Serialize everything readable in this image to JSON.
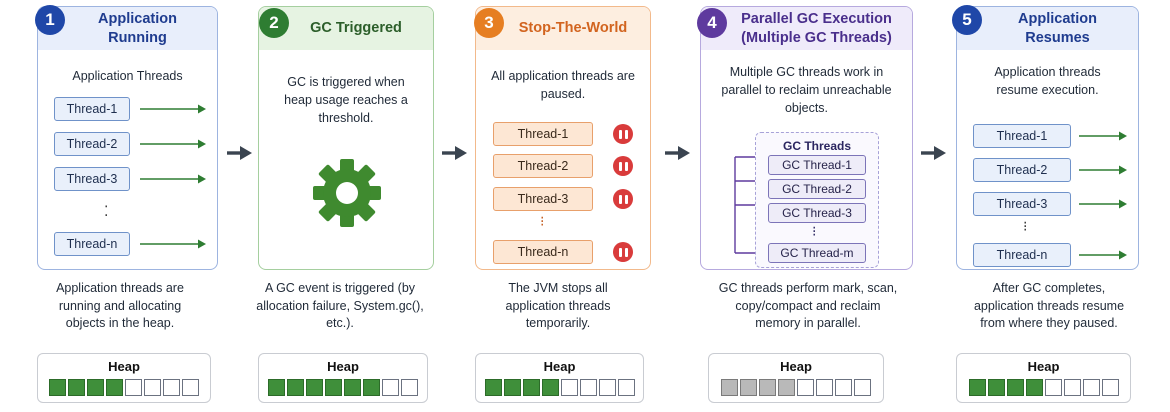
{
  "colors": {
    "step1": "#1f47a8",
    "step2": "#2e7d32",
    "step3": "#e67e22",
    "step4": "#5e3a9e",
    "step5": "#1f47a8",
    "arrow_green": "#2e7d32",
    "pause_red": "#d93b3b",
    "step_arrow": "#3a4450"
  },
  "steps": [
    {
      "number": "1",
      "title": "Application Running",
      "intro": "Application Threads",
      "threads": [
        "Thread-1",
        "Thread-2",
        "Thread-3",
        "Thread-n"
      ],
      "dots": "⁚",
      "caption": "Application threads are running and allocating objects in the heap.",
      "heap_label": "Heap",
      "heap_filled": 4,
      "heap_total": 8,
      "heap_fill_color": "green"
    },
    {
      "number": "2",
      "title": "GC Triggered",
      "intro": "GC is triggered when heap usage reaches a threshold.",
      "icon": "gear-icon",
      "caption": "A GC event is triggered (by allocation failure, System.gc(), etc.).",
      "heap_label": "Heap",
      "heap_filled": 6,
      "heap_total": 8,
      "heap_fill_color": "green"
    },
    {
      "number": "3",
      "title": "Stop-The-World",
      "intro": "All application threads are paused.",
      "threads": [
        "Thread-1",
        "Thread-2",
        "Thread-3",
        "Thread-n"
      ],
      "dots": "⁝",
      "caption": "The JVM stops all application threads temporarily.",
      "heap_label": "Heap",
      "heap_filled": 4,
      "heap_total": 8,
      "heap_fill_color": "green"
    },
    {
      "number": "4",
      "title": "Parallel GC Execution (Multiple GC Threads)",
      "intro": "Multiple GC threads work in parallel to reclaim unreachable objects.",
      "gc_threads_title": "GC Threads",
      "gc_threads": [
        "GC Thread-1",
        "GC Thread-2",
        "GC Thread-3",
        "GC Thread-m"
      ],
      "dots": "⁝",
      "caption": "GC threads perform mark, scan, copy/compact and reclaim memory in parallel.",
      "heap_label": "Heap",
      "heap_filled": 4,
      "heap_total": 8,
      "heap_fill_color": "gray"
    },
    {
      "number": "5",
      "title": "Application Resumes",
      "intro": "Application threads resume execution.",
      "threads": [
        "Thread-1",
        "Thread-2",
        "Thread-3",
        "Thread-n"
      ],
      "dots": "⁝",
      "caption": "After GC completes, application threads resume from where they paused.",
      "heap_label": "Heap",
      "heap_filled": 4,
      "heap_total": 8,
      "heap_fill_color": "green"
    }
  ]
}
